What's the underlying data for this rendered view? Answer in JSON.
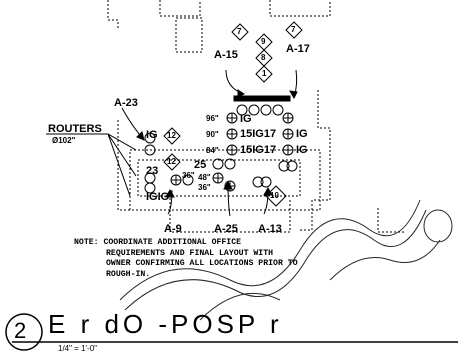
{
  "callouts": {
    "a15": "A-15",
    "a17": "A-17",
    "a23": "A-23",
    "a9": "A-9",
    "a25": "A-25",
    "a13": "A-13"
  },
  "routers": {
    "title": "ROUTERS",
    "size": "Ø102\""
  },
  "labels": {
    "ig": "IG",
    "twentythree": "23",
    "igig": "IGIG",
    "twentyfive": "25",
    "thirtysix": "36\"",
    "fortyeight": "48\"",
    "thirtysix_b": "36\"",
    "ninetysix": "96\"",
    "ig_top": "IG",
    "ninety": "90\"",
    "fifteen_ig17": "15IG17",
    "ig_r1": "IG",
    "eightyfour": "84\"",
    "fifteen_ig17_b": "15IG17",
    "ig_r2": "IG"
  },
  "keynotes": [
    "7",
    "9",
    "8",
    "1",
    "7",
    "12",
    "12",
    "10"
  ],
  "note": {
    "line1": "NOTE: COORDINATE ADDITIONAL OFFICE",
    "line2": "REQUIREMENTS AND FINAL LAYOUT WITH",
    "line3": "OWNER CONFIRMING ALL LOCATIONS PRIOR TO",
    "line4": "ROUGH-IN."
  },
  "title_block": {
    "number": "2",
    "title": "E    r    dO    -POSP    r",
    "scale": "1/4\" = 1'-0\""
  },
  "colors": {
    "ink": "#000000",
    "paper": "#ffffff"
  }
}
